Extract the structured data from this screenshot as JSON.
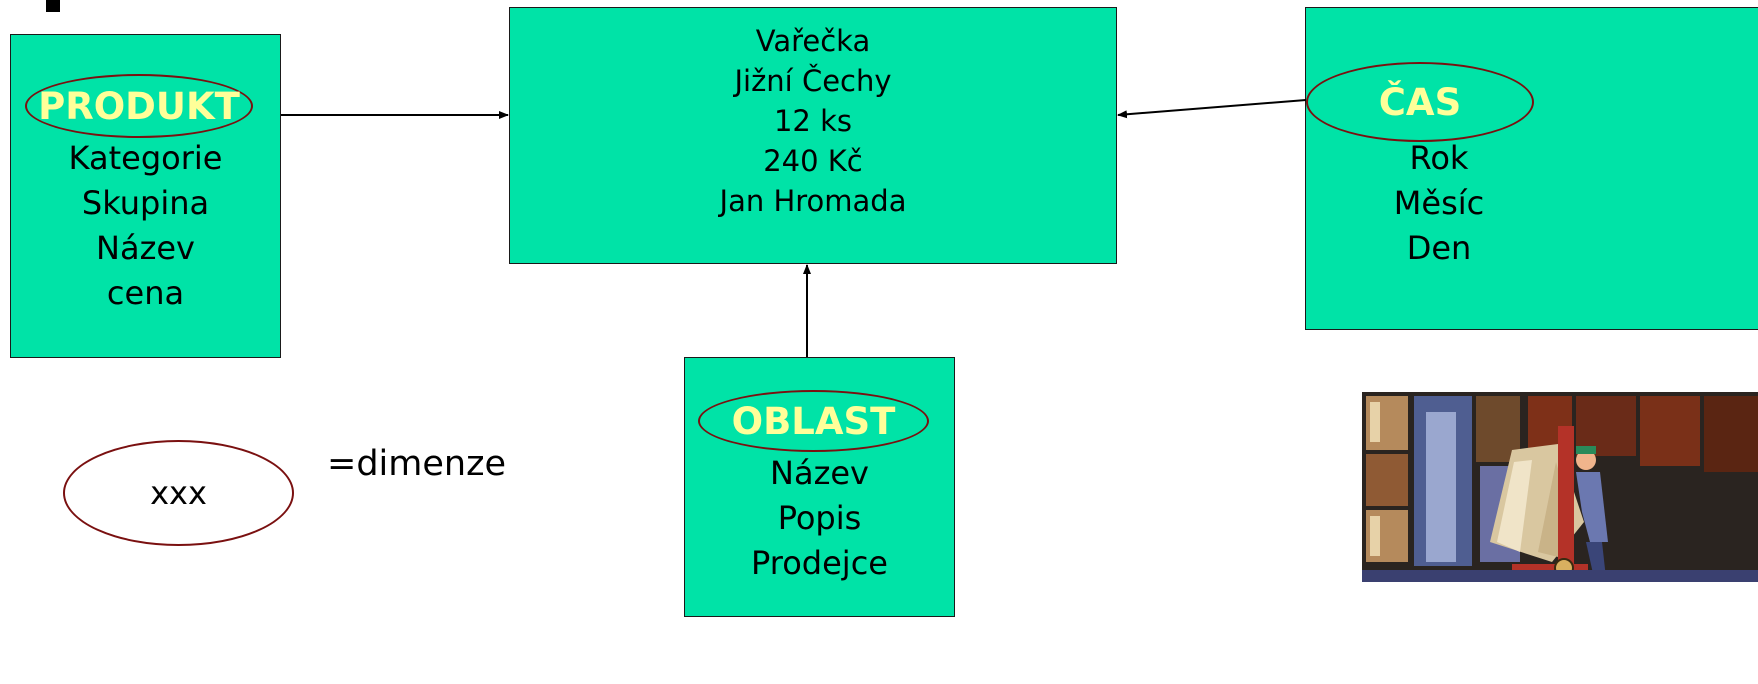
{
  "fact": {
    "lines": [
      "Vařečka",
      "Jižní Čechy",
      "12 ks",
      "240 Kč",
      "Jan Hromada"
    ]
  },
  "produkt": {
    "title": "PRODUKT",
    "attributes": [
      "Kategorie",
      "Skupina",
      "Název",
      "cena"
    ]
  },
  "cas": {
    "title": "ČAS",
    "attributes": [
      "Rok",
      "Měsíc",
      "Den"
    ]
  },
  "oblast": {
    "title": "OBLAST",
    "attributes": [
      "Název",
      "Popis",
      "Prodejce"
    ]
  },
  "legend": {
    "oval_text": "xxx",
    "meaning": "=dimenze"
  },
  "colors": {
    "box_fill": "#00e3a7",
    "title_text": "#ffff99",
    "oval_stroke": "#7a1010"
  }
}
